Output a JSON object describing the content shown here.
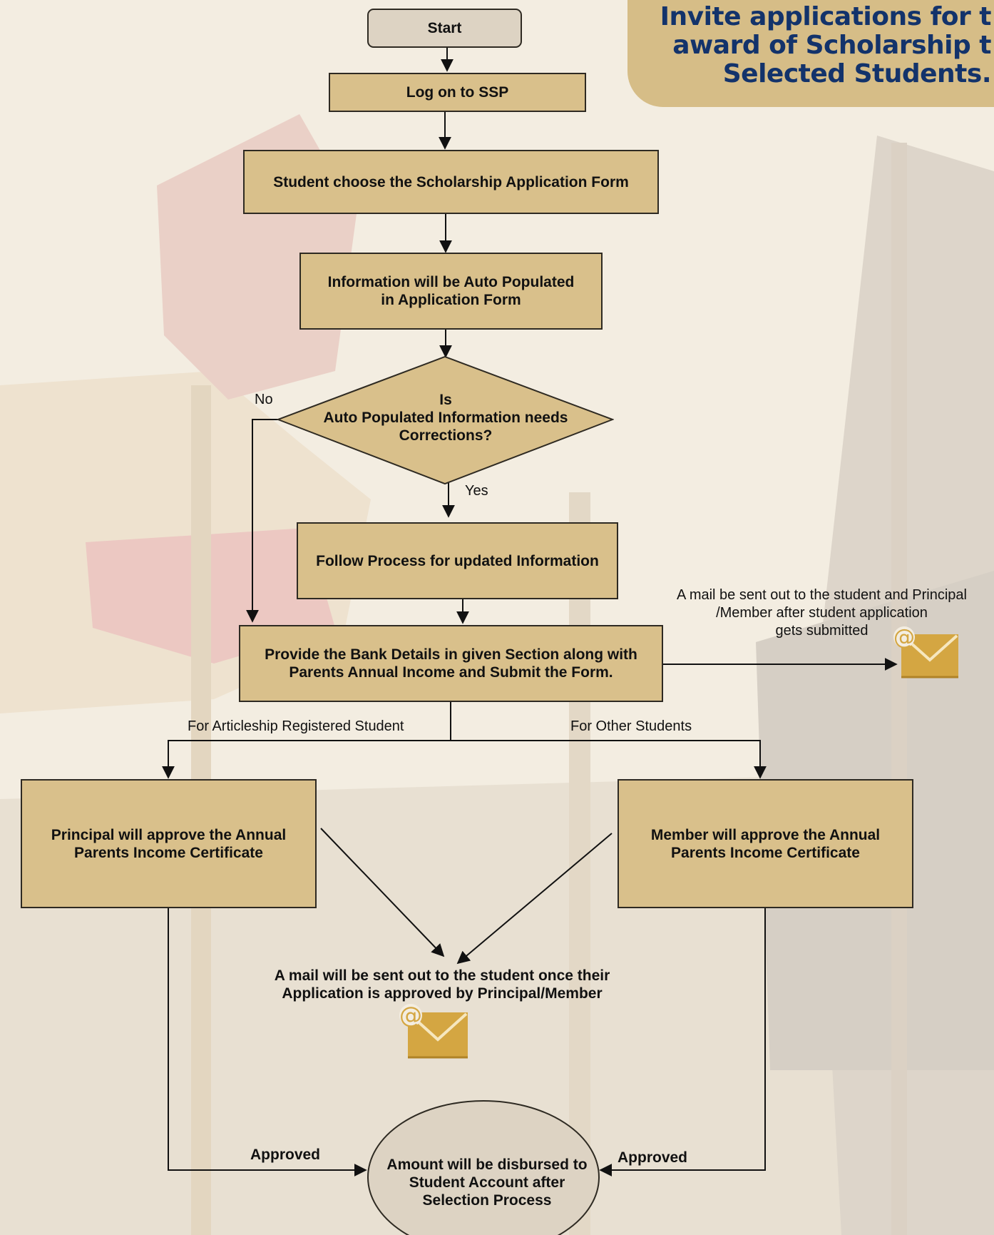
{
  "banner": {
    "title": "Invite applications for the award of Scholarship to Selected Students.",
    "title_lines": "Invite applications for t\naward of Scholarship t\nSelected Students."
  },
  "colors": {
    "box_fill": "#d9c08b",
    "terminal_fill": "#ddd3c3",
    "title_text": "#13336b",
    "banner_fill": "#d6bd87",
    "mail_icon": "#d4a642"
  },
  "flow": {
    "start": "Start",
    "login": "Log on to SSP",
    "choose_form": "Student choose the Scholarship Application Form",
    "auto_populate": "Information will be Auto Populated\nin Application Form",
    "decision": "Is\nAuto Populated Information needs\nCorrections?",
    "decision_no": "No",
    "decision_yes": "Yes",
    "follow_process": "Follow Process for updated Information",
    "bank_details": "Provide the Bank Details in given Section along with\nParents Annual Income and Submit the Form.",
    "mail_submitted": "A mail be sent out to the student and Principal\n/Member  after student application\ngets submitted",
    "branch_left": "For Articleship Registered Student",
    "branch_right": "For Other Students",
    "principal_approve": "Principal will approve the Annual\nParents Income Certificate",
    "member_approve": "Member will approve the Annual\nParents Income Certificate",
    "mail_approved": "A mail will be sent out to the student once their\nApplication is approved by Principal/Member",
    "approved_left": "Approved",
    "approved_right": "Approved",
    "disburse": "Amount will be disbursed to\nStudent Account after\nSelection Process"
  },
  "icons": [
    "email-at-icon",
    "email-at-icon"
  ]
}
